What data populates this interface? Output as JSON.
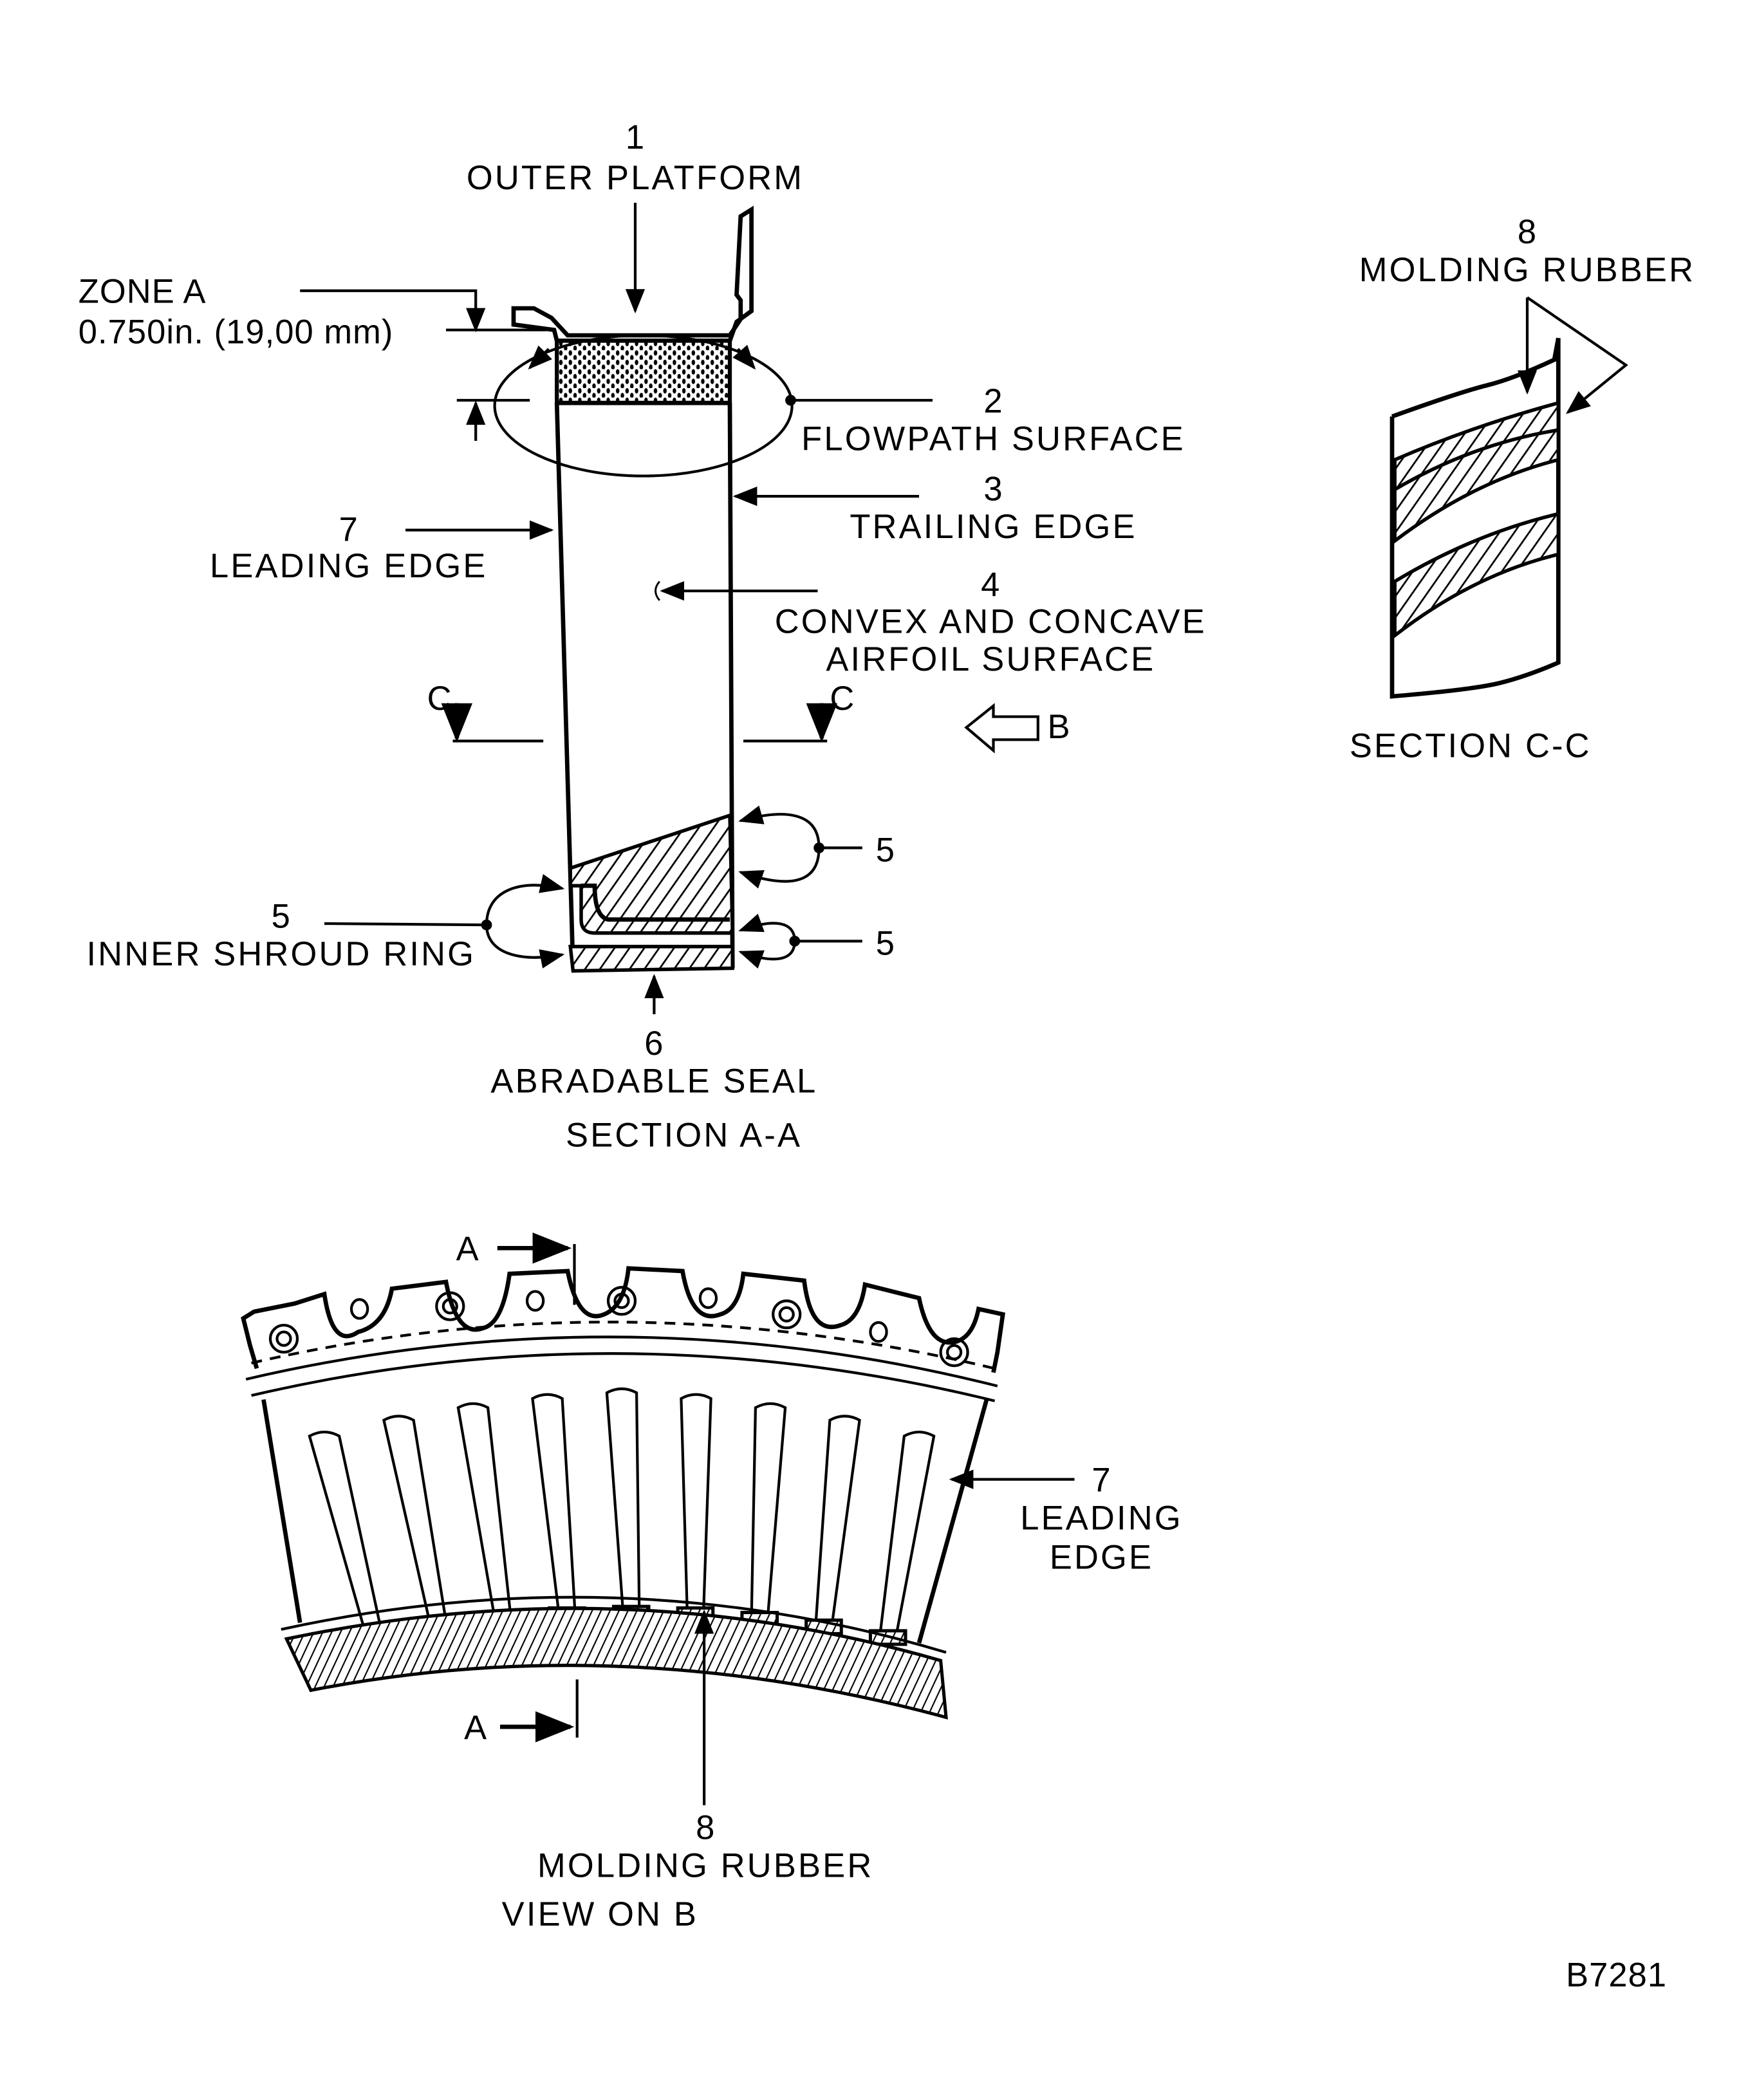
{
  "figure_id": "B7281",
  "section_aa": {
    "title": "SECTION A-A",
    "callouts": [
      {
        "num": "1",
        "label": "OUTER PLATFORM"
      },
      {
        "num": "2",
        "label": "FLOWPATH SURFACE"
      },
      {
        "num": "3",
        "label": "TRAILING EDGE"
      },
      {
        "num": "4",
        "label_line1": "CONVEX AND CONCAVE",
        "label_line2": "AIRFOIL SURFACE"
      },
      {
        "num": "5",
        "label": "INNER SHROUD RING"
      },
      {
        "num": "5",
        "label": ""
      },
      {
        "num": "5",
        "label": ""
      },
      {
        "num": "6",
        "label": "ABRADABLE SEAL"
      },
      {
        "num": "7",
        "label": "LEADING EDGE"
      }
    ],
    "zone": {
      "title": "ZONE A",
      "dimension": "0.750in. (19,00 mm)"
    },
    "section_marks": {
      "left": "C",
      "right": "C"
    },
    "view_arrow": "B"
  },
  "section_cc": {
    "title": "SECTION C-C",
    "callout": {
      "num": "8",
      "label": "MOLDING RUBBER"
    }
  },
  "view_on_b": {
    "title": "VIEW ON B",
    "section_marks": {
      "top": "A",
      "bottom": "A"
    },
    "callouts": [
      {
        "num": "7",
        "label_line1": "LEADING",
        "label_line2": "EDGE"
      },
      {
        "num": "8",
        "label": "MOLDING RUBBER"
      }
    ]
  }
}
